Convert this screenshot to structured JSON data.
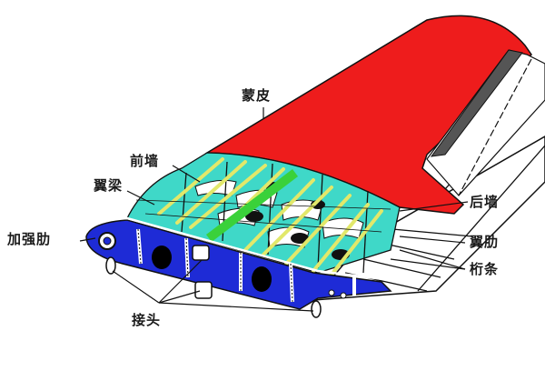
{
  "diagram": {
    "subject": "wing structure cutaway",
    "colors": {
      "skin": "#ee1c1c",
      "spar_web": "#1e2bd6",
      "ribs": "#3fd8c8",
      "stringers": "#e2e86a",
      "highlight_stringer": "#3ad13a",
      "outline": "#111111"
    },
    "labels": {
      "skin": "蒙皮",
      "front_wall": "前墙",
      "spar": "翼梁",
      "reinforcing_rib": "加强肋",
      "rear_wall": "后墙",
      "rib": "翼肋",
      "stringer": "桁条",
      "joint": "接头"
    }
  }
}
